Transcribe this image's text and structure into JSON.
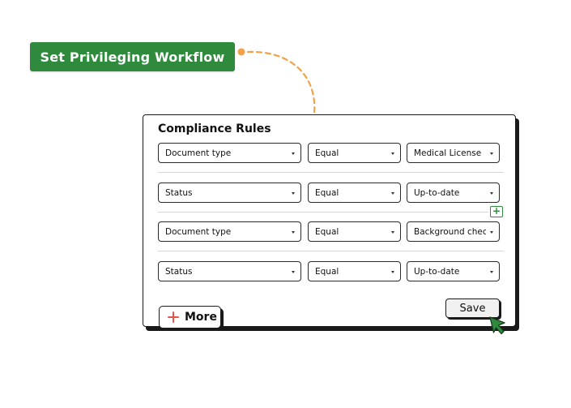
{
  "callout": {
    "label": "Set Privileging Workflow"
  },
  "card": {
    "title": "Compliance Rules",
    "rules": [
      {
        "field": "Document type",
        "operator": "Equal",
        "value": "Medical License"
      },
      {
        "field": "Status",
        "operator": "Equal",
        "value": "Up-to-date"
      },
      {
        "field": "Document type",
        "operator": "Equal",
        "value": "Background check"
      },
      {
        "field": "Status",
        "operator": "Equal",
        "value": "Up-to-date"
      }
    ],
    "add_rule_symbol": "+",
    "more_label": "More",
    "save_label": "Save"
  },
  "colors": {
    "brand_green": "#2f8a3e",
    "connector_orange": "#f0a24a",
    "plus_red": "#e8534a"
  },
  "icons": {
    "more": "plus-icon",
    "cursor": "cursor-arrow-icon",
    "dropdown": "caret-down-icon"
  }
}
